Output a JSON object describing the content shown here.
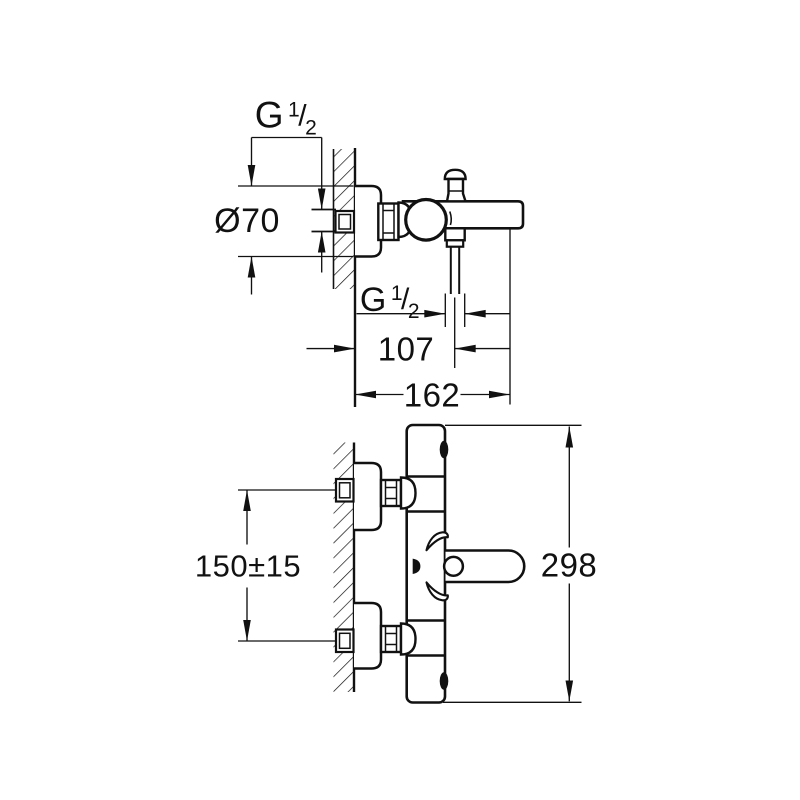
{
  "colors": {
    "background": "#ffffff",
    "ink": "#111111"
  },
  "views": {
    "side": {
      "thread_wall": {
        "prefix": "G",
        "numerator": "1",
        "denominator": "2"
      },
      "escutcheon_diameter": "Ø70",
      "thread_hose": {
        "prefix": "G",
        "numerator": "1",
        "denominator": "2"
      },
      "wall_to_hose_center": "107",
      "wall_to_spout_end": "162"
    },
    "front": {
      "inlet_spacing": "150±15",
      "overall_height": "298"
    }
  }
}
